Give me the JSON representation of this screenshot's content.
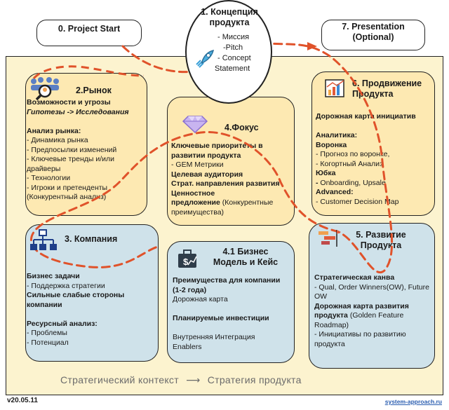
{
  "top": {
    "project_start": "0. Project Start",
    "concept": {
      "title_1": "1. Концепция",
      "title_2": "продукта",
      "items": [
        "- Миссия",
        "-Pitch",
        "- Concept",
        "Statement"
      ]
    },
    "presentation": {
      "title_1": "7. Presentation",
      "title_2": "(Optional)"
    }
  },
  "market": {
    "title": "2.Рынок",
    "lines": [
      {
        "t": "Возможности и угрозы",
        "s": "b"
      },
      {
        "t": "Гипотезы -> Исследования",
        "s": "bi"
      },
      {
        "t": "",
        "s": ""
      },
      {
        "t": "Анализ рынка:",
        "s": "b"
      },
      {
        "t": "- Динамика рынка",
        "s": ""
      },
      {
        "t": "- Предпосылки изменений",
        "s": ""
      },
      {
        "t": "- Ключевые тренды и/или",
        "s": ""
      },
      {
        "t": "драйверы",
        "s": ""
      },
      {
        "t": "- Технологии",
        "s": ""
      },
      {
        "t": "- Игроки и претенденты",
        "s": ""
      },
      {
        "t": "(Конкурентный анализ)",
        "s": ""
      }
    ]
  },
  "focus": {
    "title": "4.Фокус",
    "lines": [
      {
        "t": "Ключевые приоритеты в",
        "s": "b"
      },
      {
        "t": "развитии продукта",
        "s": "b"
      },
      {
        "t": "- GEM Метрики",
        "s": ""
      },
      {
        "t": "Целевая аудитория",
        "s": "b"
      },
      {
        "t": "Страт. направления развития",
        "s": "b"
      },
      {
        "t": "Ценностное",
        "s": "b"
      }
    ],
    "value_bold": "предложение",
    "value_rest": " (Конкурентные",
    "last": "преимущества)"
  },
  "promotion": {
    "title_1": "6. Продвижение",
    "title_2": "Продукта",
    "lines": [
      {
        "t": "Дорожная карта инициатив",
        "s": "b"
      },
      {
        "t": "",
        "s": ""
      },
      {
        "t": "Аналитика:",
        "s": "b"
      },
      {
        "t": "Воронка",
        "s": "b"
      },
      {
        "t": "- Прогноз по воронке,",
        "s": ""
      },
      {
        "t": "- Когортный Анализ",
        "s": ""
      },
      {
        "t": "Юбка",
        "s": "b"
      }
    ],
    "onboarding": "Onboarding, Upsale",
    "lines2": [
      {
        "t": "Advanced:",
        "s": "b"
      },
      {
        "t": "- Customer Decision Map",
        "s": ""
      }
    ]
  },
  "company": {
    "title": "3. Компания",
    "lines": [
      {
        "t": "Бизнес задачи",
        "s": "b"
      },
      {
        "t": "- Поддержка стратегии",
        "s": ""
      },
      {
        "t": "Сильные слабые стороны",
        "s": "b"
      },
      {
        "t": "компании",
        "s": "b"
      },
      {
        "t": "",
        "s": ""
      },
      {
        "t": "Ресурсный анализ:",
        "s": "b"
      },
      {
        "t": "- Проблемы",
        "s": ""
      },
      {
        "t": "- Потенциал",
        "s": ""
      }
    ]
  },
  "business": {
    "title_1": "4.1 Бизнес",
    "title_2": "Модель и Кейс",
    "lines": [
      {
        "t": "Преимущества для компании",
        "s": "b"
      },
      {
        "t": "(1-2 года)",
        "s": "b"
      },
      {
        "t": "Дорожная карта",
        "s": ""
      },
      {
        "t": "",
        "s": ""
      },
      {
        "t": "Планируемые инвестиции",
        "s": "b"
      },
      {
        "t": "",
        "s": ""
      },
      {
        "t": "Внутренняя Интеграция",
        "s": ""
      },
      {
        "t": "Enablers",
        "s": ""
      }
    ]
  },
  "development": {
    "title_1": "5. Развитие",
    "title_2": "Продукта",
    "lines": [
      {
        "t": "Стратегическая канва",
        "s": "b"
      },
      {
        "t": "- Qual, Order Winners(OW), Future",
        "s": ""
      },
      {
        "t": "OW",
        "s": ""
      },
      {
        "t": "Дорожная карта развития",
        "s": "b"
      }
    ],
    "roadmap_bold": "продукта",
    "roadmap_rest": " (Golden Feature",
    "lines2": [
      {
        "t": "Roadmap)",
        "s": ""
      },
      {
        "t": "- Инициативы по развитию",
        "s": ""
      },
      {
        "t": "продукта",
        "s": ""
      }
    ]
  },
  "footer": {
    "context_left": "Стратегический контекст",
    "arrow": "⟶",
    "context_right": "Стратегия продукта",
    "version": "v20.05.11",
    "site": "system-approach.ru"
  },
  "colors": {
    "yellow_card": "#fde9b2",
    "blue_card": "#cfe2ea",
    "frame": "#fcf3cf",
    "dash": "#e0522a"
  }
}
